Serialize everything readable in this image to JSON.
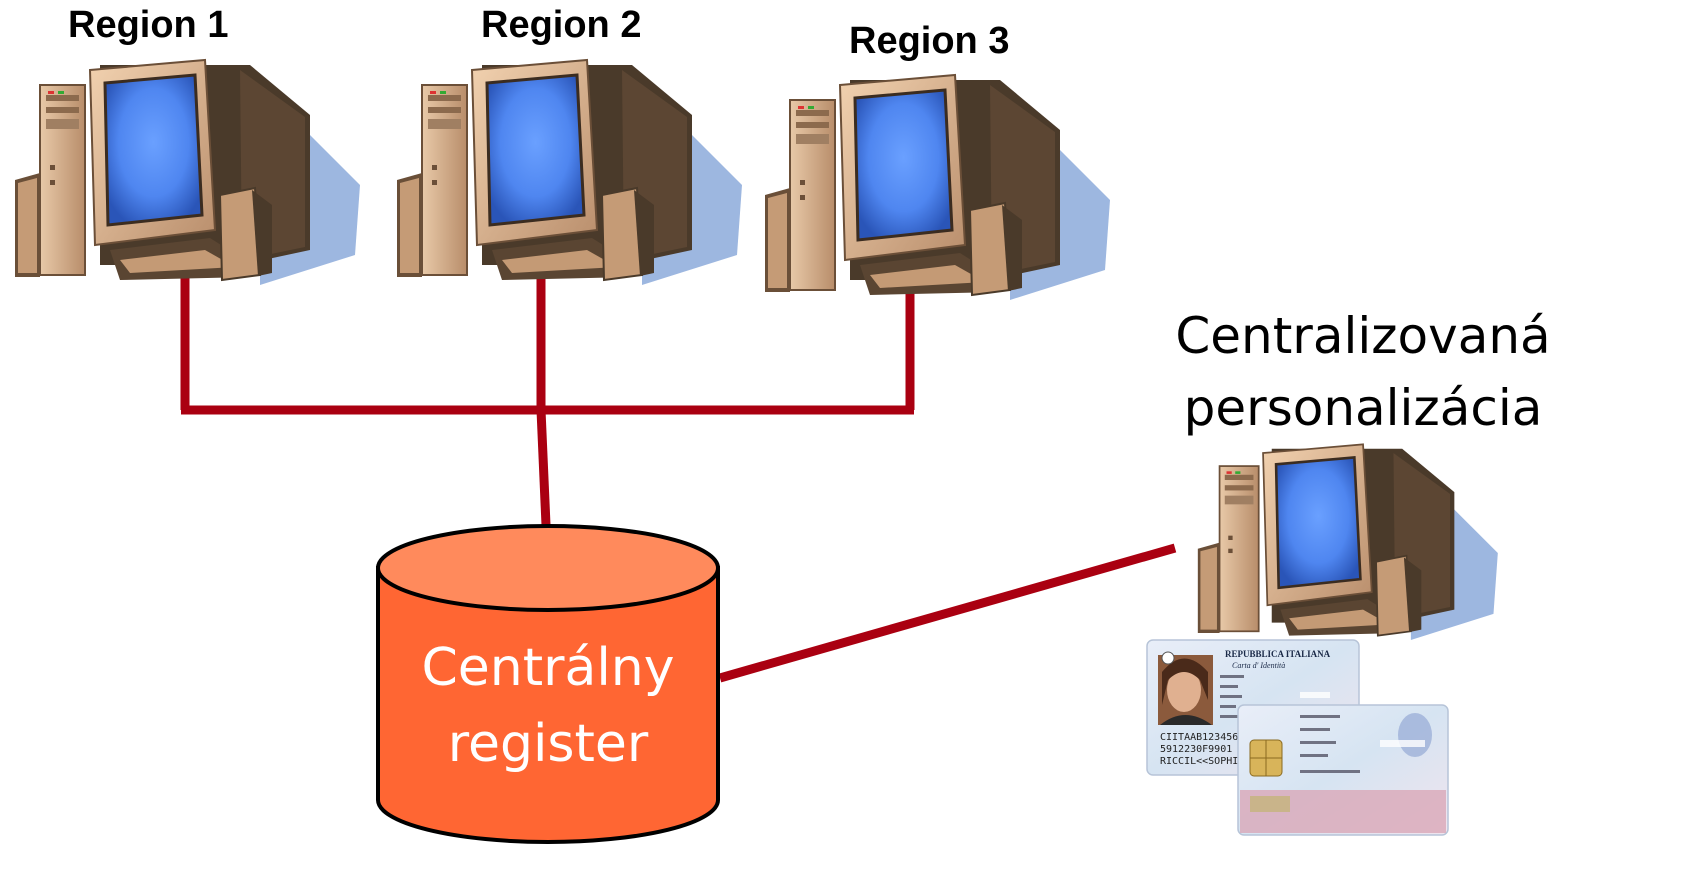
{
  "diagram": {
    "regions": [
      {
        "label": "Region 1"
      },
      {
        "label": "Region 2"
      },
      {
        "label": "Region 3"
      }
    ],
    "database": {
      "line1": "Centrálny",
      "line2": "register",
      "fill_color": "#ff6633",
      "top_color": "#ff8a5c"
    },
    "personalization": {
      "line1": "Centralizovaná",
      "line2": "personalizácia"
    },
    "id_card": {
      "header": "REPUBBLICA ITALIANA",
      "subheader": "Carta d' Identità",
      "mrz1": "CIITAAB123456",
      "mrz2": "5912230F9901",
      "mrz3": "RICCIL<<SOPHI"
    },
    "link_color": "#aa0011"
  }
}
